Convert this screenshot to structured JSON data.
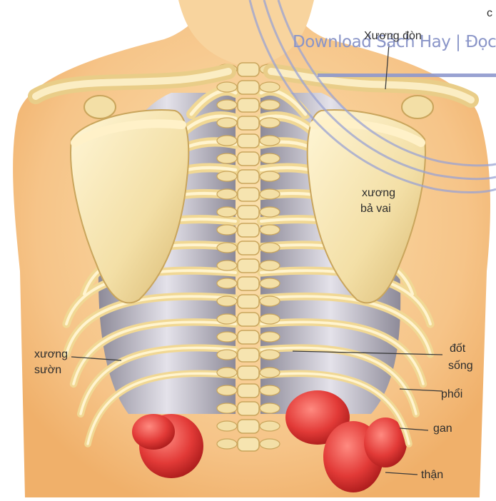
{
  "labels": {
    "clavicle": "Xương đòn",
    "scapula_line1": "xương",
    "scapula_line2": "bả vai",
    "rib_line1": "xương",
    "rib_line2": "sườn",
    "vertebra_line1": "đốt",
    "vertebra_line2": "sống",
    "lung": "phổi",
    "liver": "gan",
    "kidney": "thận",
    "corner_fragment": "c"
  },
  "watermark": "Download Sách Hay | Đọc S",
  "colors": {
    "bone": "#f3dfa6",
    "bone_shadow": "#d8b870",
    "skin": "#f7c98b",
    "lung": "#c4c0c8",
    "organ_red": "#e23a37",
    "watermark": "#8a95c8"
  }
}
